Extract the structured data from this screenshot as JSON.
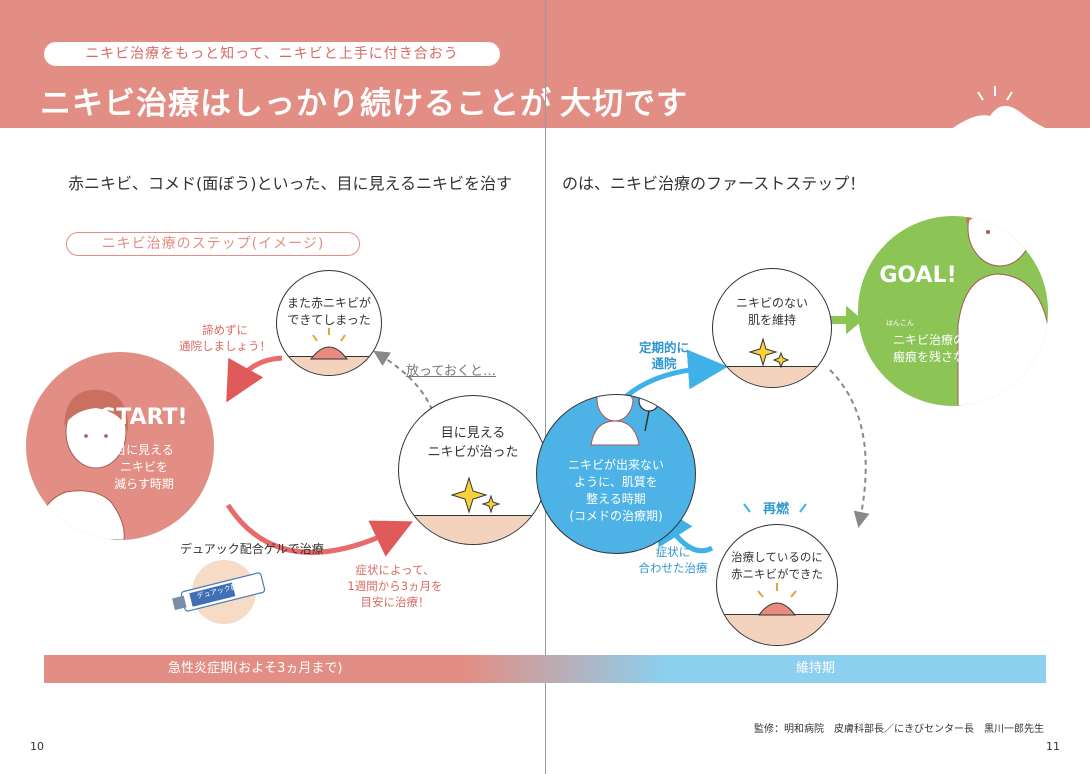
{
  "header": {
    "subtitle": "ニキビ治療をもっと知って、ニキビと上手に付き合おう",
    "title_left": "ニキビ治療はしっかり続けることが",
    "title_right": "大切です"
  },
  "intro": {
    "left": "赤ニキビ、コメド(面ぼう)といった、目に見えるニキビを治す",
    "right": "のは、ニキビ治療のファーストステップ！"
  },
  "step_label": "ニキビ治療のステップ(イメージ)",
  "start": {
    "heading": "START!",
    "lines": [
      "目に見える",
      "ニキビを",
      "減らす時期"
    ]
  },
  "goal": {
    "heading": "GOAL!",
    "line1": "ニキビ治療のゴールは",
    "line2": "瘢痕を残さないこと！",
    "ruby": "はんこん"
  },
  "maintenance_circle": {
    "lines": [
      "ニキビが出来ない",
      "ように、肌質を",
      "整える時期",
      "(コメドの治療期)"
    ]
  },
  "circles": {
    "relapse_top": [
      "また赤ニキビが",
      "できてしまった"
    ],
    "cleared": [
      "目に見える",
      "ニキビが治った"
    ],
    "maintained": [
      "ニキビのない",
      "肌を維持"
    ],
    "relapse_bottom": [
      "治療しているのに",
      "赤ニキビができた"
    ]
  },
  "labels": {
    "dont_give_up": [
      "諦めずに",
      "通院しましょう！"
    ],
    "treatment_gel": "デュアック配合ゲルで治療",
    "by_symptom": [
      "症状によって、",
      "1週間から3ヵ月を",
      "目安に治療！"
    ],
    "leave_it": "放っておくと…",
    "regular_visit": [
      "定期的に",
      "通院"
    ],
    "reflare": "再燃",
    "match_symptom": [
      "症状に",
      "合わせた治療"
    ]
  },
  "tube_label": "デュアック配合ゲル",
  "phases": {
    "acute": "急性炎症期(およそ3ヵ月まで)",
    "maintenance": "維持期"
  },
  "credit": "監修：明和病院　皮膚科部長／にきびセンター長　黒川一郎先生",
  "page_numbers": {
    "left": "10",
    "right": "11"
  },
  "colors": {
    "coral": "#e38e84",
    "blue": "#4db3e6",
    "green": "#8cc456",
    "skin": "#f3d3bd"
  }
}
